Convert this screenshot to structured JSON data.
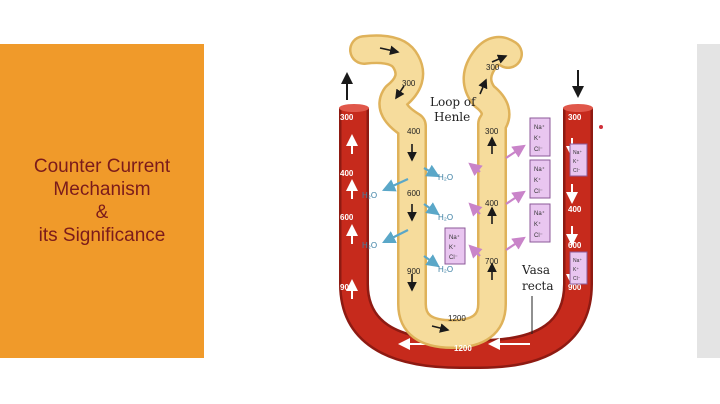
{
  "slide": {
    "title_lines": [
      "Counter Current",
      "Mechanism",
      "&",
      "its Significance"
    ],
    "colors": {
      "panel": "#f09a2a",
      "title": "#7b1b1b",
      "vessel": "#c62a1c",
      "loop": "#f4d38a",
      "ion_box": "#e9c6f0"
    }
  },
  "diagram": {
    "loop_label_line1": "Loop of",
    "loop_label_line2": "Henle",
    "vasa_label_line1": "Vasa",
    "vasa_label_line2": "recta",
    "descending_values": [
      "300",
      "400",
      "600",
      "900"
    ],
    "ascending_values": [
      "300",
      "300",
      "400",
      "700"
    ],
    "bottom_value": "1200",
    "vasa_left_values": [
      "300",
      "400",
      "600",
      "900"
    ],
    "vasa_right_values": [
      "300",
      "400",
      "600",
      "900"
    ],
    "vasa_bottom_value": "1200",
    "water_label": "H₂O",
    "ion_lines": [
      "Na⁺",
      "K⁺",
      "Cl⁻"
    ]
  }
}
